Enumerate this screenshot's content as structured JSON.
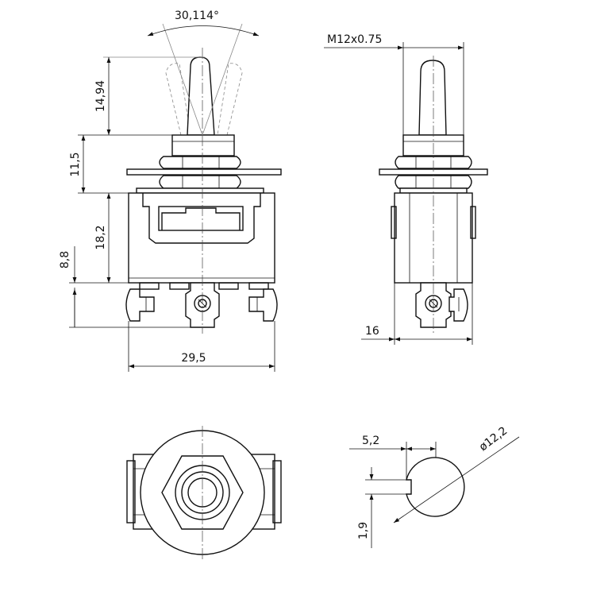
{
  "dimensions": {
    "angle": "30,114°",
    "lever_height": "14,94",
    "bushing_height": "11,5",
    "body_height": "18,2",
    "terminal_height": "8,8",
    "body_width": "29,5",
    "thread": "M12x0.75",
    "side_width": "16",
    "flat_width": "5,2",
    "hole_diameter": "ø12,2",
    "flat_depth": "1,9"
  },
  "colors": {
    "line": "#111111",
    "ghost": "#888888",
    "background": "#ffffff"
  }
}
